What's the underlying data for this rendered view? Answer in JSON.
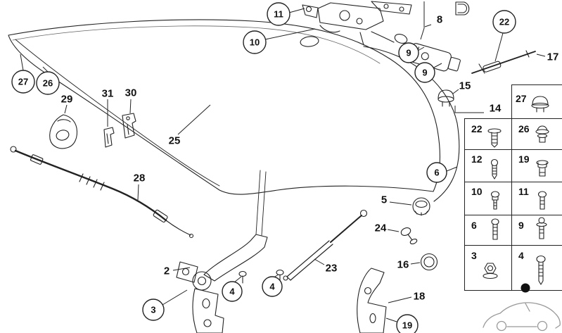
{
  "colors": {
    "line": "#222222",
    "background": "#ffffff",
    "car_outline": "#999999",
    "marker": "#111111"
  },
  "callouts": {
    "b11": "11",
    "b10": "10",
    "b9a": "9",
    "b9b": "9",
    "b22": "22",
    "b27": "27",
    "b26": "26",
    "b6": "6",
    "b4a": "4",
    "b4b": "4",
    "b3": "3",
    "b19": "19",
    "l2": "2",
    "l5": "5",
    "l8": "8",
    "l14": "14",
    "l15": "15",
    "l16": "16",
    "l17": "17",
    "l18": "18",
    "l23": "23",
    "l24": "24",
    "l25": "25",
    "l28": "28",
    "l29": "29",
    "l30": "30",
    "l31": "31"
  },
  "fastener_table": {
    "c27": "27",
    "c22": "22",
    "c26": "26",
    "c12": "12",
    "c19": "19",
    "c10": "10",
    "c11": "11",
    "c6": "6",
    "c9": "9",
    "c3": "3",
    "c4": "4"
  }
}
